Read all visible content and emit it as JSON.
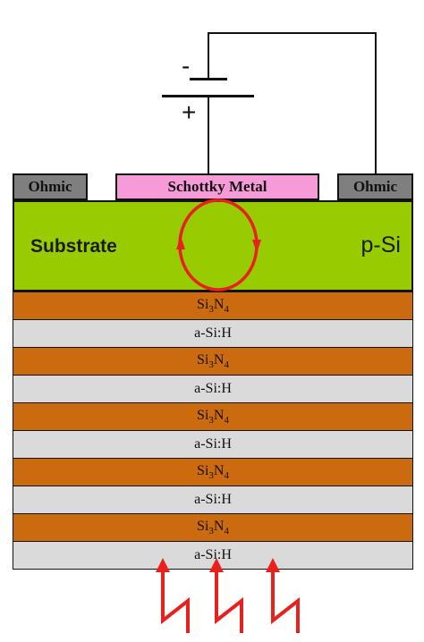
{
  "battery": {
    "minus": "-",
    "plus": "+"
  },
  "contacts": {
    "left": "Ohmic",
    "center": "Schottky Metal",
    "right": "Ohmic"
  },
  "substrate": {
    "left_label": "Substrate",
    "right_label": "p-Si"
  },
  "layers": [
    {
      "base": "Si",
      "sub1": "3",
      "mid": "N",
      "sub2": "4",
      "type": "nitride"
    },
    {
      "text": "a-Si:H",
      "type": "asi"
    },
    {
      "base": "Si",
      "sub1": "3",
      "mid": "N",
      "sub2": "4",
      "type": "nitride"
    },
    {
      "text": "a-Si:H",
      "type": "asi"
    },
    {
      "base": "Si",
      "sub1": "3",
      "mid": "N",
      "sub2": "4",
      "type": "nitride"
    },
    {
      "text": "a-Si:H",
      "type": "asi"
    },
    {
      "base": "Si",
      "sub1": "3",
      "mid": "N",
      "sub2": "4",
      "type": "nitride"
    },
    {
      "text": "a-Si:H",
      "type": "asi"
    },
    {
      "base": "Si",
      "sub1": "3",
      "mid": "N",
      "sub2": "4",
      "type": "nitride"
    },
    {
      "text": "a-Si:H",
      "type": "asi"
    }
  ],
  "colors": {
    "substrate": "#99cc00",
    "nitride": "#cc6a10",
    "asi": "#dadada",
    "schottky": "#f79ad8",
    "ohmic": "#7f7f7f",
    "current_loop": "#e8201e",
    "light_arrows": "#e8201e"
  }
}
